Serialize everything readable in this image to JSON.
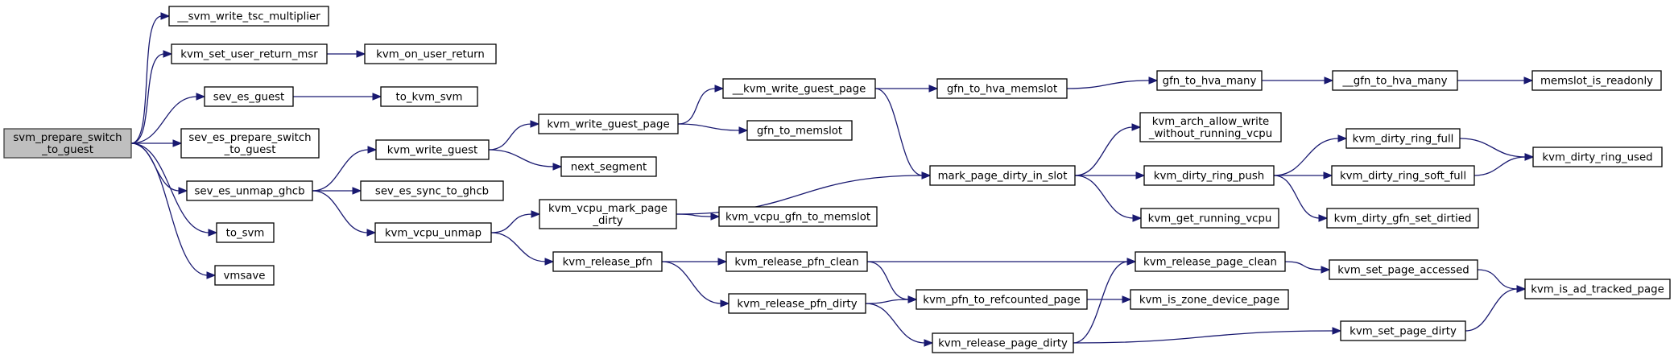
{
  "graph": {
    "nodes": [
      {
        "id": "svm_prepare",
        "lines": [
          "svm_prepare_switch",
          "_to_guest"
        ],
        "root": true
      },
      {
        "id": "svm_write_tsc",
        "lines": [
          "__svm_write_tsc_multiplier"
        ]
      },
      {
        "id": "kvm_set_user_return_msr",
        "lines": [
          "kvm_set_user_return_msr"
        ]
      },
      {
        "id": "kvm_on_user_return",
        "lines": [
          "kvm_on_user_return"
        ]
      },
      {
        "id": "sev_es_guest",
        "lines": [
          "sev_es_guest"
        ]
      },
      {
        "id": "to_kvm_svm",
        "lines": [
          "to_kvm_svm"
        ]
      },
      {
        "id": "sev_es_prepare",
        "lines": [
          "sev_es_prepare_switch",
          "_to_guest"
        ]
      },
      {
        "id": "sev_es_unmap_ghcb",
        "lines": [
          "sev_es_unmap_ghcb"
        ]
      },
      {
        "id": "to_svm",
        "lines": [
          "to_svm"
        ]
      },
      {
        "id": "vmsave",
        "lines": [
          "vmsave"
        ]
      },
      {
        "id": "kvm_write_guest",
        "lines": [
          "kvm_write_guest"
        ]
      },
      {
        "id": "sev_es_sync_to_ghcb",
        "lines": [
          "sev_es_sync_to_ghcb"
        ]
      },
      {
        "id": "kvm_vcpu_unmap",
        "lines": [
          "kvm_vcpu_unmap"
        ]
      },
      {
        "id": "kvm_write_guest_page",
        "lines": [
          "kvm_write_guest_page"
        ]
      },
      {
        "id": "next_segment",
        "lines": [
          "next_segment"
        ]
      },
      {
        "id": "kvm_vcpu_mark_page_dirty",
        "lines": [
          "kvm_vcpu_mark_page",
          "_dirty"
        ]
      },
      {
        "id": "kvm_release_pfn",
        "lines": [
          "kvm_release_pfn"
        ]
      },
      {
        "id": "__kvm_write_guest_page",
        "lines": [
          "__kvm_write_guest_page"
        ]
      },
      {
        "id": "gfn_to_memslot",
        "lines": [
          "gfn_to_memslot"
        ]
      },
      {
        "id": "kvm_vcpu_gfn_to_memslot",
        "lines": [
          "kvm_vcpu_gfn_to_memslot"
        ]
      },
      {
        "id": "kvm_release_pfn_clean",
        "lines": [
          "kvm_release_pfn_clean"
        ]
      },
      {
        "id": "kvm_release_pfn_dirty",
        "lines": [
          "kvm_release_pfn_dirty"
        ]
      },
      {
        "id": "gfn_to_hva_memslot",
        "lines": [
          "gfn_to_hva_memslot"
        ]
      },
      {
        "id": "mark_page_dirty_in_slot",
        "lines": [
          "mark_page_dirty_in_slot"
        ]
      },
      {
        "id": "kvm_pfn_to_refcounted_page",
        "lines": [
          "kvm_pfn_to_refcounted_page"
        ]
      },
      {
        "id": "kvm_release_page_dirty",
        "lines": [
          "kvm_release_page_dirty"
        ]
      },
      {
        "id": "gfn_to_hva_many",
        "lines": [
          "gfn_to_hva_many"
        ]
      },
      {
        "id": "kvm_arch_allow_write",
        "lines": [
          "kvm_arch_allow_write",
          "_without_running_vcpu"
        ]
      },
      {
        "id": "kvm_dirty_ring_push",
        "lines": [
          "kvm_dirty_ring_push"
        ]
      },
      {
        "id": "kvm_get_running_vcpu",
        "lines": [
          "kvm_get_running_vcpu"
        ]
      },
      {
        "id": "kvm_release_page_clean",
        "lines": [
          "kvm_release_page_clean"
        ]
      },
      {
        "id": "kvm_is_zone_device_page",
        "lines": [
          "kvm_is_zone_device_page"
        ]
      },
      {
        "id": "__gfn_to_hva_many",
        "lines": [
          "__gfn_to_hva_many"
        ]
      },
      {
        "id": "kvm_dirty_ring_full",
        "lines": [
          "kvm_dirty_ring_full"
        ]
      },
      {
        "id": "kvm_dirty_ring_soft_full",
        "lines": [
          "kvm_dirty_ring_soft_full"
        ]
      },
      {
        "id": "kvm_dirty_gfn_set_dirtied",
        "lines": [
          "kvm_dirty_gfn_set_dirtied"
        ]
      },
      {
        "id": "kvm_set_page_accessed",
        "lines": [
          "kvm_set_page_accessed"
        ]
      },
      {
        "id": "kvm_set_page_dirty",
        "lines": [
          "kvm_set_page_dirty"
        ]
      },
      {
        "id": "memslot_is_readonly",
        "lines": [
          "memslot_is_readonly"
        ]
      },
      {
        "id": "kvm_dirty_ring_used",
        "lines": [
          "kvm_dirty_ring_used"
        ]
      },
      {
        "id": "kvm_is_ad_tracked_page",
        "lines": [
          "kvm_is_ad_tracked_page"
        ]
      }
    ],
    "edges": [
      [
        "svm_prepare",
        "svm_write_tsc"
      ],
      [
        "svm_prepare",
        "kvm_set_user_return_msr"
      ],
      [
        "svm_prepare",
        "sev_es_guest"
      ],
      [
        "svm_prepare",
        "sev_es_prepare"
      ],
      [
        "svm_prepare",
        "sev_es_unmap_ghcb"
      ],
      [
        "svm_prepare",
        "to_svm"
      ],
      [
        "svm_prepare",
        "vmsave"
      ],
      [
        "kvm_set_user_return_msr",
        "kvm_on_user_return"
      ],
      [
        "sev_es_guest",
        "to_kvm_svm"
      ],
      [
        "sev_es_unmap_ghcb",
        "kvm_write_guest"
      ],
      [
        "sev_es_unmap_ghcb",
        "sev_es_sync_to_ghcb"
      ],
      [
        "sev_es_unmap_ghcb",
        "kvm_vcpu_unmap"
      ],
      [
        "kvm_write_guest",
        "kvm_write_guest_page"
      ],
      [
        "kvm_write_guest",
        "next_segment"
      ],
      [
        "kvm_vcpu_unmap",
        "kvm_vcpu_mark_page_dirty"
      ],
      [
        "kvm_vcpu_unmap",
        "kvm_release_pfn"
      ],
      [
        "kvm_write_guest_page",
        "__kvm_write_guest_page"
      ],
      [
        "kvm_write_guest_page",
        "gfn_to_memslot"
      ],
      [
        "kvm_vcpu_mark_page_dirty",
        "mark_page_dirty_in_slot"
      ],
      [
        "kvm_vcpu_mark_page_dirty",
        "kvm_vcpu_gfn_to_memslot"
      ],
      [
        "kvm_release_pfn",
        "kvm_release_pfn_clean"
      ],
      [
        "kvm_release_pfn",
        "kvm_release_pfn_dirty"
      ],
      [
        "__kvm_write_guest_page",
        "gfn_to_hva_memslot"
      ],
      [
        "__kvm_write_guest_page",
        "mark_page_dirty_in_slot"
      ],
      [
        "kvm_release_pfn_clean",
        "kvm_release_page_clean"
      ],
      [
        "kvm_release_pfn_clean",
        "kvm_pfn_to_refcounted_page"
      ],
      [
        "kvm_release_pfn_dirty",
        "kvm_pfn_to_refcounted_page"
      ],
      [
        "kvm_release_pfn_dirty",
        "kvm_release_page_dirty"
      ],
      [
        "gfn_to_hva_memslot",
        "gfn_to_hva_many"
      ],
      [
        "mark_page_dirty_in_slot",
        "kvm_arch_allow_write"
      ],
      [
        "mark_page_dirty_in_slot",
        "kvm_dirty_ring_push"
      ],
      [
        "mark_page_dirty_in_slot",
        "kvm_get_running_vcpu"
      ],
      [
        "kvm_pfn_to_refcounted_page",
        "kvm_is_zone_device_page"
      ],
      [
        "kvm_release_page_dirty",
        "kvm_release_page_clean"
      ],
      [
        "kvm_release_page_dirty",
        "kvm_set_page_dirty"
      ],
      [
        "gfn_to_hva_many",
        "__gfn_to_hva_many"
      ],
      [
        "kvm_dirty_ring_push",
        "kvm_dirty_ring_full"
      ],
      [
        "kvm_dirty_ring_push",
        "kvm_dirty_ring_soft_full"
      ],
      [
        "kvm_dirty_ring_push",
        "kvm_dirty_gfn_set_dirtied"
      ],
      [
        "kvm_release_page_clean",
        "kvm_set_page_accessed"
      ],
      [
        "__gfn_to_hva_many",
        "memslot_is_readonly"
      ],
      [
        "kvm_dirty_ring_full",
        "kvm_dirty_ring_used"
      ],
      [
        "kvm_dirty_ring_soft_full",
        "kvm_dirty_ring_used"
      ],
      [
        "kvm_set_page_accessed",
        "kvm_is_ad_tracked_page"
      ],
      [
        "kvm_set_page_dirty",
        "kvm_is_ad_tracked_page"
      ]
    ]
  }
}
